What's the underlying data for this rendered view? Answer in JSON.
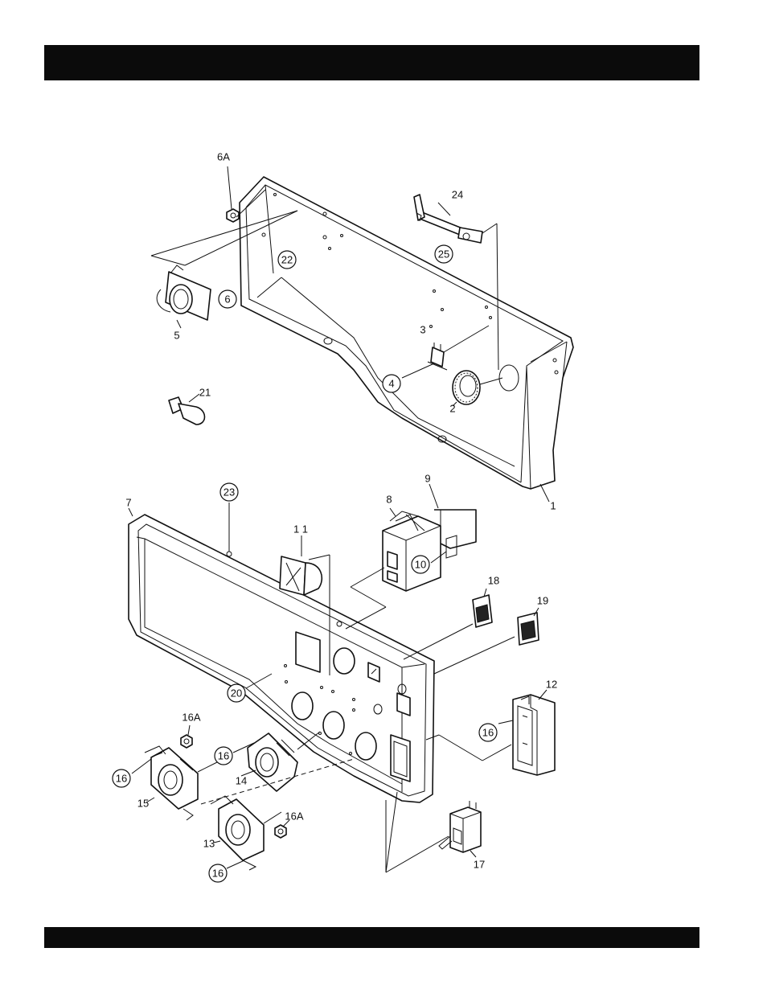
{
  "callouts": {
    "c6A_top": "6A",
    "c24": "24",
    "c25": "25",
    "c22": "22",
    "c6": "6",
    "c5": "5",
    "c3": "3",
    "c4": "4",
    "c2": "2",
    "c21": "21",
    "c1": "1",
    "c7": "7",
    "c23": "23",
    "c11": "1 1",
    "c9": "9",
    "c8": "8",
    "c10": "10",
    "c18": "18",
    "c19": "19",
    "c20": "20",
    "c12": "12",
    "c16_right": "16",
    "c16A_left": "16A",
    "c16_mid": "16",
    "c16_left": "16",
    "c14": "14",
    "c15": "15",
    "c16A_bottom": "16A",
    "c13": "13",
    "c16_bottom": "16",
    "c17": "17"
  },
  "colors": {
    "bars": "#0b0b0b",
    "ink": "#111111",
    "background": "#ffffff"
  }
}
